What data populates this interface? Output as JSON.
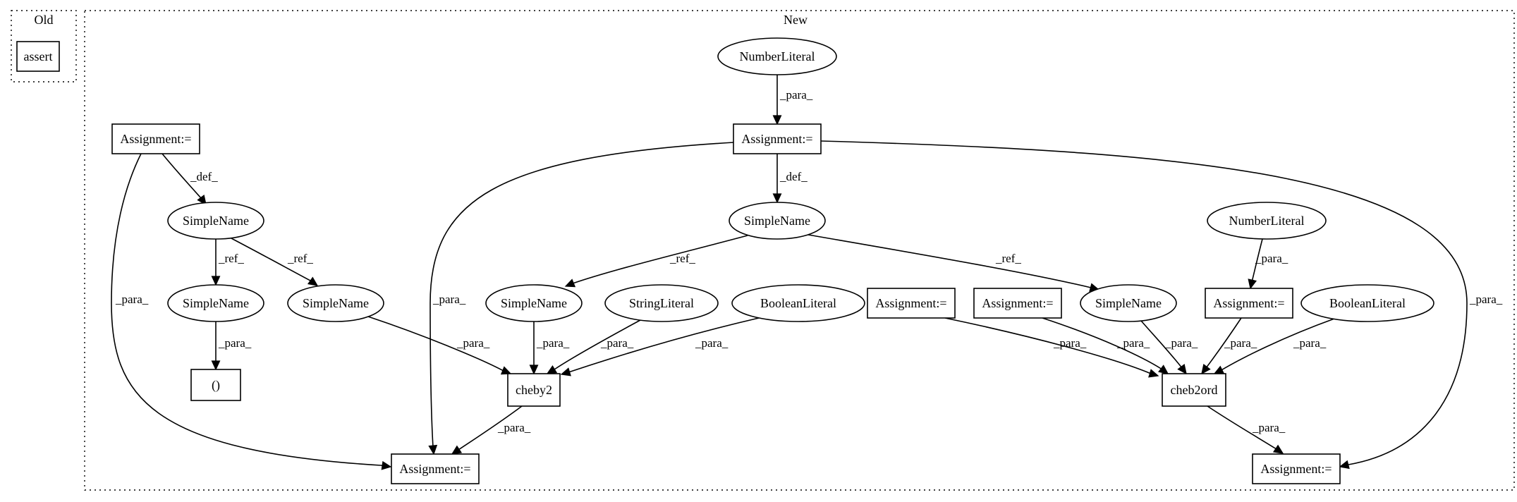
{
  "clusters": [
    {
      "id": "old",
      "label": "Old"
    },
    {
      "id": "new",
      "label": "New"
    }
  ],
  "nodes": [
    {
      "id": "assert",
      "label": "assert",
      "shape": "box"
    },
    {
      "id": "num1",
      "label": "NumberLiteral",
      "shape": "ellipse"
    },
    {
      "id": "asgL",
      "label": "Assignment:=",
      "shape": "box"
    },
    {
      "id": "asgC",
      "label": "Assignment:=",
      "shape": "box"
    },
    {
      "id": "snL",
      "label": "SimpleName",
      "shape": "ellipse"
    },
    {
      "id": "snC",
      "label": "SimpleName",
      "shape": "ellipse"
    },
    {
      "id": "num2",
      "label": "NumberLiteral",
      "shape": "ellipse"
    },
    {
      "id": "snA",
      "label": "SimpleName",
      "shape": "ellipse"
    },
    {
      "id": "snB",
      "label": "SimpleName",
      "shape": "ellipse"
    },
    {
      "id": "snD",
      "label": "SimpleName",
      "shape": "ellipse"
    },
    {
      "id": "strLit",
      "label": "StringLiteral",
      "shape": "ellipse"
    },
    {
      "id": "boolL",
      "label": "BooleanLiteral",
      "shape": "ellipse"
    },
    {
      "id": "asgM1",
      "label": "Assignment:=",
      "shape": "box"
    },
    {
      "id": "asgM2",
      "label": "Assignment:=",
      "shape": "box"
    },
    {
      "id": "snE",
      "label": "SimpleName",
      "shape": "ellipse"
    },
    {
      "id": "asgR",
      "label": "Assignment:=",
      "shape": "box"
    },
    {
      "id": "boolR",
      "label": "BooleanLiteral",
      "shape": "ellipse"
    },
    {
      "id": "paren",
      "label": "()",
      "shape": "box"
    },
    {
      "id": "cheby2",
      "label": "cheby2",
      "shape": "box"
    },
    {
      "id": "cheb2ord",
      "label": "cheb2ord",
      "shape": "box"
    },
    {
      "id": "asgBL",
      "label": "Assignment:=",
      "shape": "box"
    },
    {
      "id": "asgBR",
      "label": "Assignment:=",
      "shape": "box"
    }
  ],
  "edges": [
    {
      "id": "num1-asgC",
      "from": "num1",
      "to": "asgC",
      "label": "_para_"
    },
    {
      "id": "asgL-snL",
      "from": "asgL",
      "to": "snL",
      "label": "_def_"
    },
    {
      "id": "asgL-asgBL",
      "from": "asgL",
      "to": "asgBL",
      "label": "_para_"
    },
    {
      "id": "asgC-snC",
      "from": "asgC",
      "to": "snC",
      "label": "_def_"
    },
    {
      "id": "asgC-asgBL",
      "from": "asgC",
      "to": "asgBL",
      "label": "_para_"
    },
    {
      "id": "asgC-asgBR",
      "from": "asgC",
      "to": "asgBR",
      "label": "_para_"
    },
    {
      "id": "snL-snA",
      "from": "snL",
      "to": "snA",
      "label": "_ref_"
    },
    {
      "id": "snL-snB",
      "from": "snL",
      "to": "snB",
      "label": "_ref_"
    },
    {
      "id": "snC-snD",
      "from": "snC",
      "to": "snD",
      "label": "_ref_"
    },
    {
      "id": "snC-snE",
      "from": "snC",
      "to": "snE",
      "label": "_ref_"
    },
    {
      "id": "num2-asgR",
      "from": "num2",
      "to": "asgR",
      "label": "_para_"
    },
    {
      "id": "snA-paren",
      "from": "snA",
      "to": "paren",
      "label": "_para_"
    },
    {
      "id": "snB-cheby2",
      "from": "snB",
      "to": "cheby2",
      "label": "_para_"
    },
    {
      "id": "snD-cheby2",
      "from": "snD",
      "to": "cheby2",
      "label": "_para_"
    },
    {
      "id": "strLit-cheby2",
      "from": "strLit",
      "to": "cheby2",
      "label": "_para_"
    },
    {
      "id": "boolL-cheby2",
      "from": "boolL",
      "to": "cheby2",
      "label": "_para_"
    },
    {
      "id": "asgM1-cheb2ord",
      "from": "asgM1",
      "to": "cheb2ord",
      "label": "_para_"
    },
    {
      "id": "asgM2-cheb2ord",
      "from": "asgM2",
      "to": "cheb2ord",
      "label": "_para_"
    },
    {
      "id": "snE-cheb2ord",
      "from": "snE",
      "to": "cheb2ord",
      "label": "_para_"
    },
    {
      "id": "asgR-cheb2ord",
      "from": "asgR",
      "to": "cheb2ord",
      "label": "_para_"
    },
    {
      "id": "boolR-cheb2ord",
      "from": "boolR",
      "to": "cheb2ord",
      "label": "_para_"
    },
    {
      "id": "cheby2-asgBL",
      "from": "cheby2",
      "to": "asgBL",
      "label": "_para_"
    },
    {
      "id": "cheb2ord-asgBR",
      "from": "cheb2ord",
      "to": "asgBR",
      "label": "_para_"
    }
  ]
}
